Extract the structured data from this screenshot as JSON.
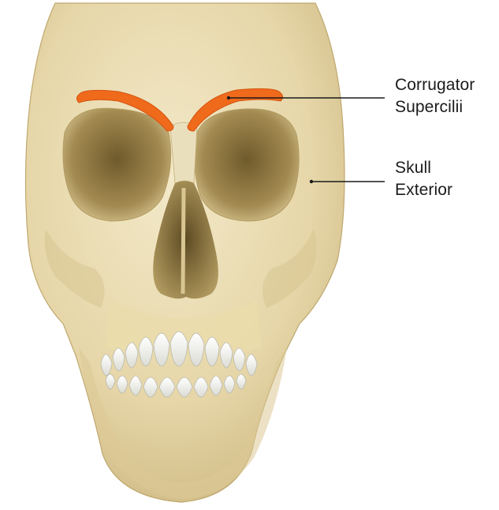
{
  "labels": {
    "corrugator": {
      "line1": "Corrugator",
      "line2": "Supercilii"
    },
    "skull": {
      "line1": "Skull",
      "line2": "Exterior"
    }
  },
  "colors": {
    "bone": "#e9dcb4",
    "bone_shadow": "#cdbb86",
    "socket": "#8a7440",
    "teeth": "#f6f6f2",
    "muscle": "#f06a1c",
    "leader_line": "#1a1a1a"
  }
}
